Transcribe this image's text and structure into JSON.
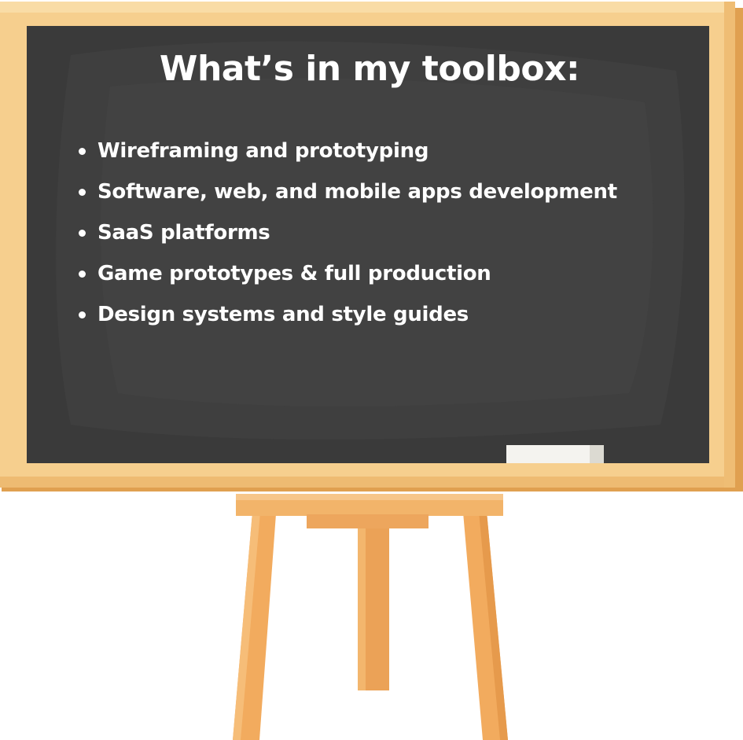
{
  "board": {
    "title": "What’s in my toolbox:",
    "items": [
      "Wireframing and prototyping",
      "Software, web, and mobile apps development",
      "SaaS platforms",
      "Game prototypes & full production",
      "Design systems and style guides"
    ]
  },
  "colors": {
    "chalkboard": "#3a3a3a",
    "frame": "#f6cf8e",
    "frame_shadow": "#e2a556",
    "easel_wood": "#f0a95c",
    "chalk": "#ffffff",
    "text": "#ffffff"
  }
}
